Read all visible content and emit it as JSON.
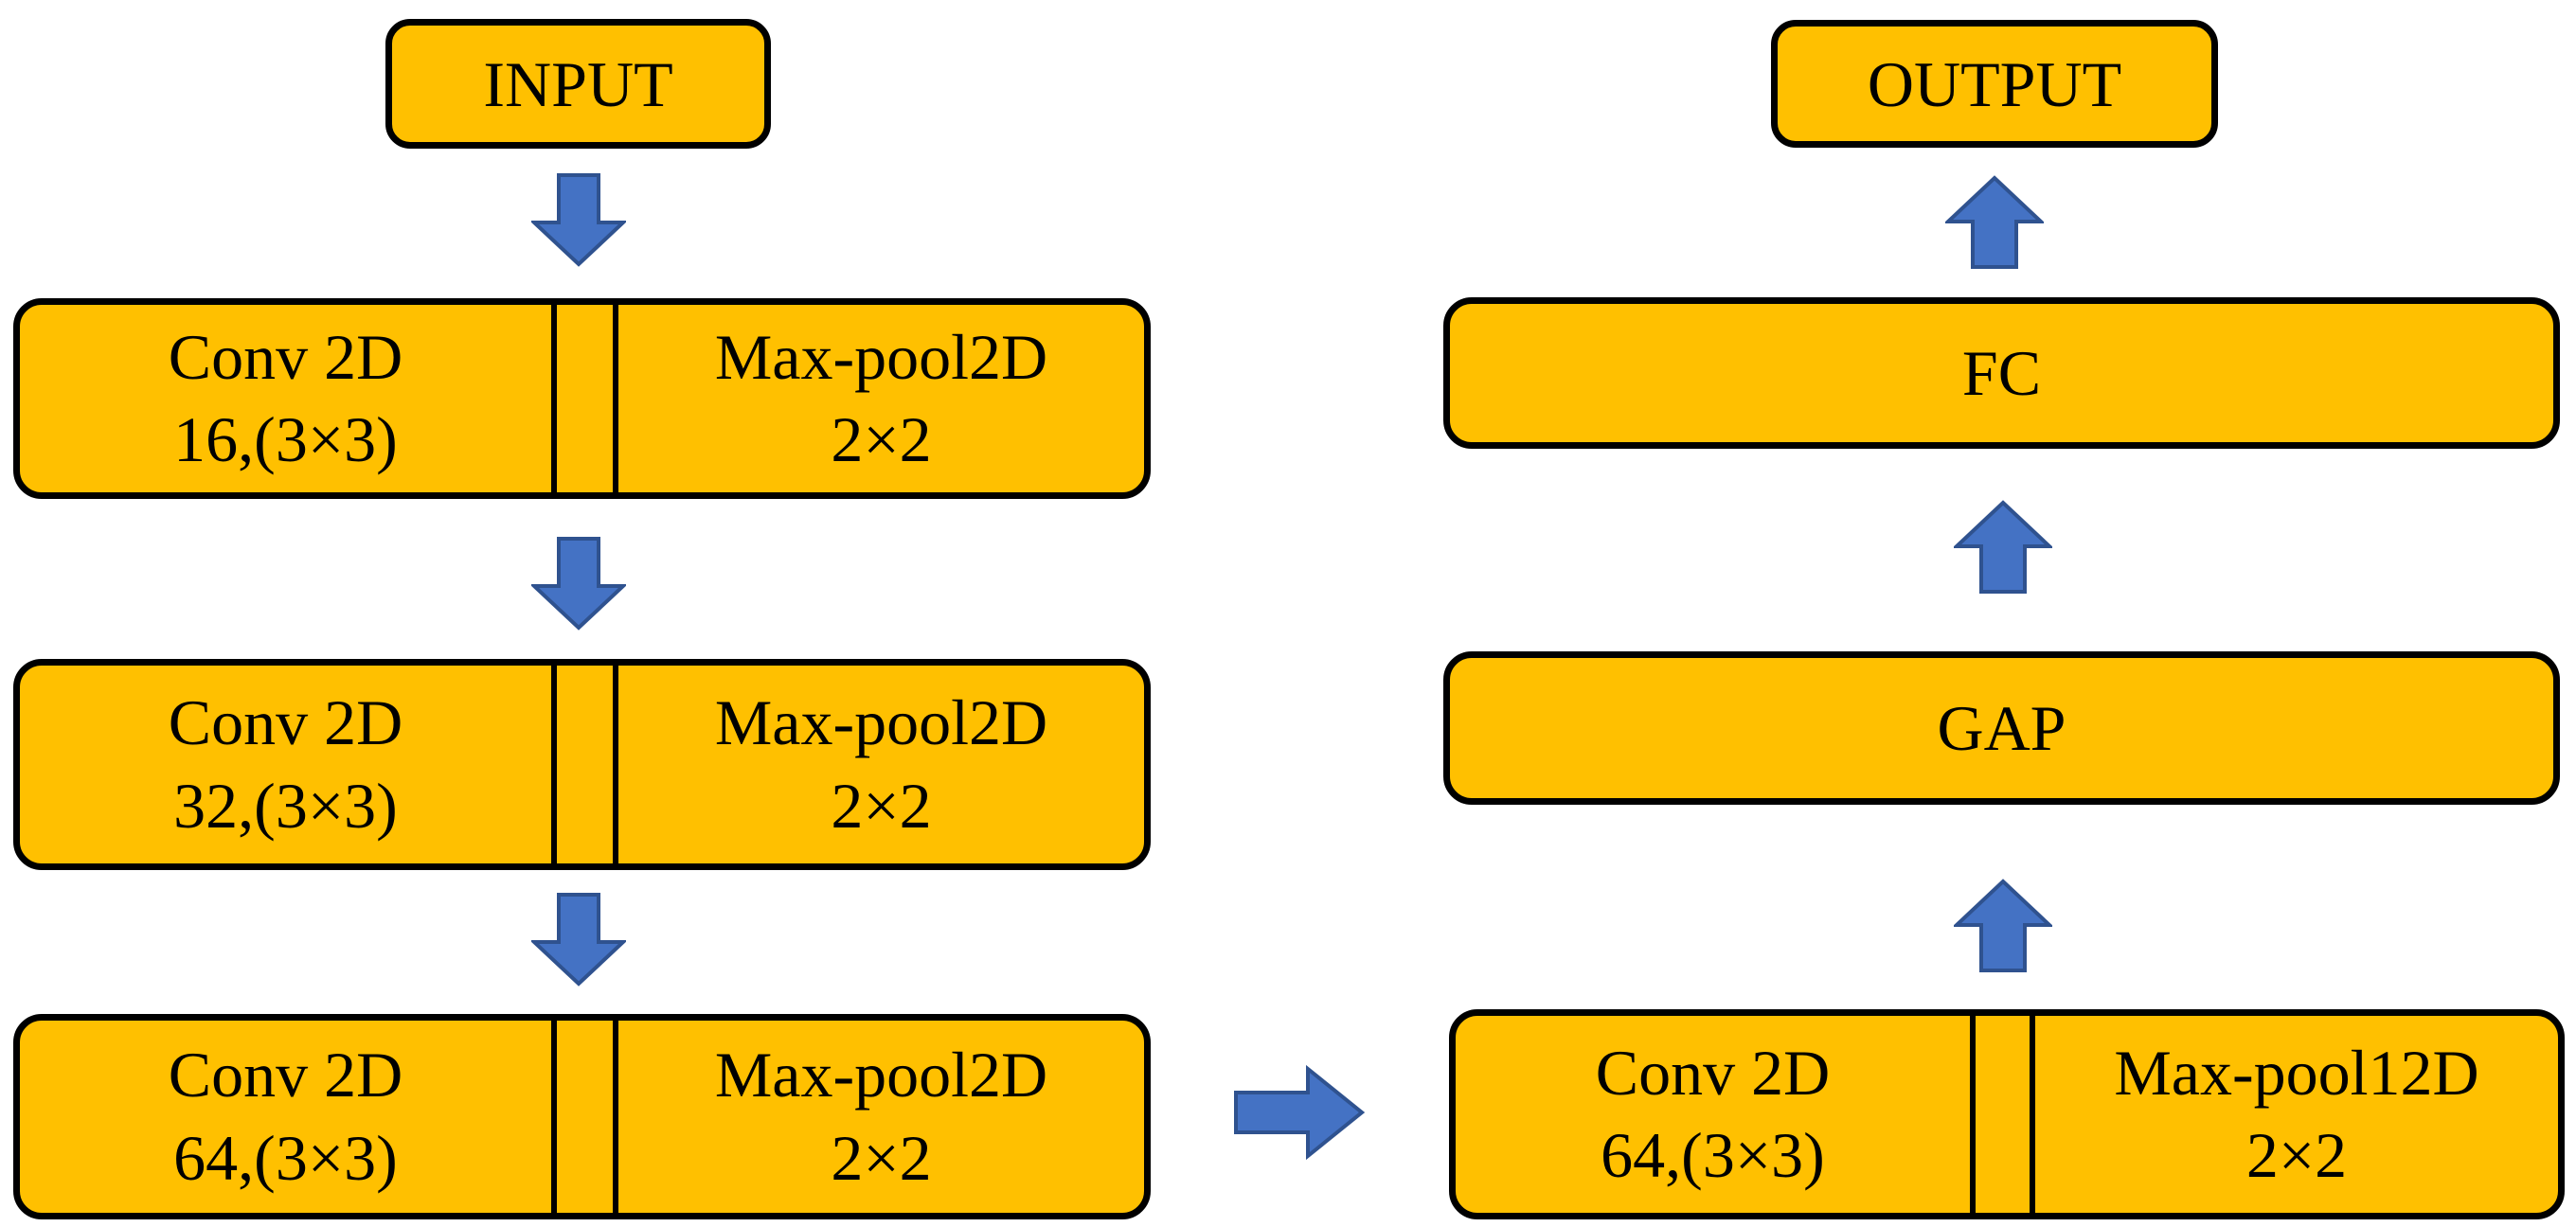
{
  "colors": {
    "background": "#ffffff",
    "box_fill": "#ffc000",
    "box_border": "#000000",
    "arrow_fill": "#4472c4",
    "arrow_stroke": "#2f528f",
    "text": "#000000"
  },
  "nodes": {
    "input": {
      "label": "INPUT"
    },
    "output": {
      "label": "OUTPUT"
    },
    "fc": {
      "label": "FC"
    },
    "gap": {
      "label": "GAP"
    }
  },
  "blocks": [
    {
      "conv_line1": "Conv 2D",
      "conv_line2": "16,(3×3)",
      "pool_line1": "Max-pool2D",
      "pool_line2": "2×2"
    },
    {
      "conv_line1": "Conv 2D",
      "conv_line2": "32,(3×3)",
      "pool_line1": "Max-pool2D",
      "pool_line2": "2×2"
    },
    {
      "conv_line1": "Conv 2D",
      "conv_line2": "64,(3×3)",
      "pool_line1": "Max-pool2D",
      "pool_line2": "2×2"
    },
    {
      "conv_line1": "Conv 2D",
      "conv_line2": "64,(3×3)",
      "pool_line1": "Max-pool12D",
      "pool_line2": "2×2"
    }
  ],
  "icons": {
    "arrow_down": "⬇",
    "arrow_up": "⬆",
    "arrow_right": "➡"
  }
}
